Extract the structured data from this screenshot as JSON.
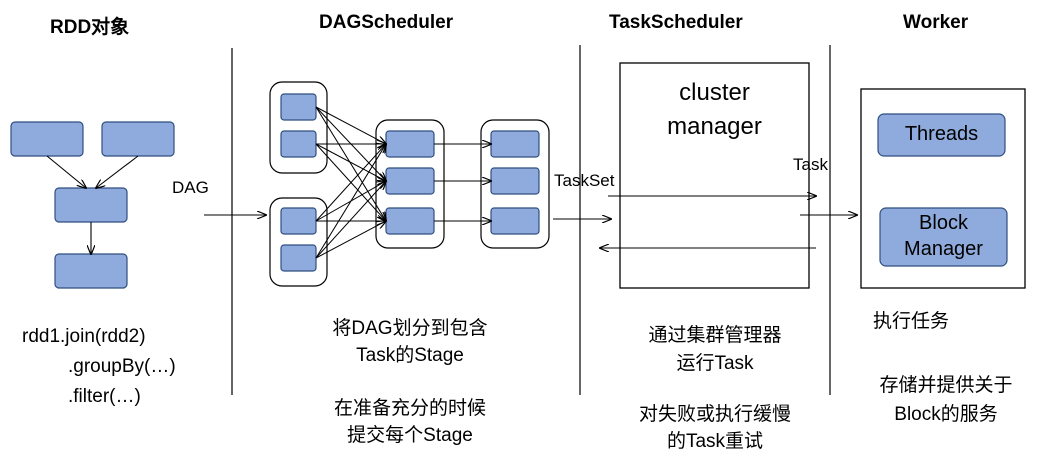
{
  "headers": {
    "rdd": "RDD对象",
    "dag_scheduler": "DAGScheduler",
    "task_scheduler": "TaskScheduler",
    "worker": "Worker"
  },
  "arrow_labels": {
    "dag": "DAG",
    "taskset": "TaskSet",
    "task": "Task"
  },
  "rdd_code": {
    "line1": "rdd1.join(rdd2)",
    "line2": ".groupBy(…)",
    "line3": ".filter(…)"
  },
  "dag_desc": {
    "line1": "将DAG划分到包含",
    "line2": "Task的Stage",
    "line3": "在准备充分的时候",
    "line4": "提交每个Stage"
  },
  "cluster_manager": {
    "line1": "cluster",
    "line2": "manager"
  },
  "task_desc": {
    "line1": "通过集群管理器",
    "line2": "运行Task",
    "line3": "对失败或执行缓慢",
    "line4": "的Task重试"
  },
  "worker_boxes": {
    "threads": "Threads",
    "block_line1": "Block",
    "block_line2": "Manager"
  },
  "worker_desc": {
    "line1": "执行任务",
    "line2": "存储并提供关于",
    "line3": "Block的服务"
  },
  "colors": {
    "box_fill": "#8faadc",
    "box_stroke": "#2f4f7f",
    "line": "#000000"
  }
}
